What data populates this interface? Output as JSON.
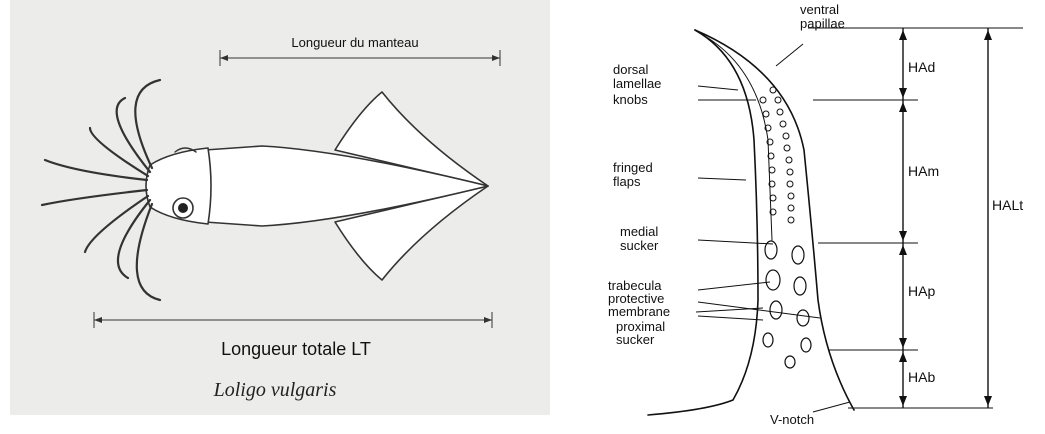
{
  "left": {
    "mantle_length_label": "Longueur du manteau",
    "total_length_label": "Longueur totale LT",
    "species_name": "Loligo vulgaris"
  },
  "right": {
    "labels": {
      "ventral_papillae": [
        "ventral",
        "papillae"
      ],
      "dorsal_lamellae": [
        "dorsal",
        "lamellae"
      ],
      "knobs": "knobs",
      "fringed_flaps": [
        "fringed",
        "flaps"
      ],
      "medial_sucker": [
        "medial",
        "sucker"
      ],
      "trabecula": "trabecula",
      "protective_membrane": [
        "protective",
        "membrane"
      ],
      "proximal_sucker": [
        "proximal",
        "sucker"
      ],
      "v_notch": "V-notch"
    },
    "segments": {
      "distal": "HAd",
      "medial": "HAm",
      "proximal": "HAp",
      "basal": "HAb",
      "total": "HALt"
    }
  },
  "colors": {
    "left_background": "#ececea",
    "ink": "#111111",
    "body_fill": "#ffffff"
  }
}
